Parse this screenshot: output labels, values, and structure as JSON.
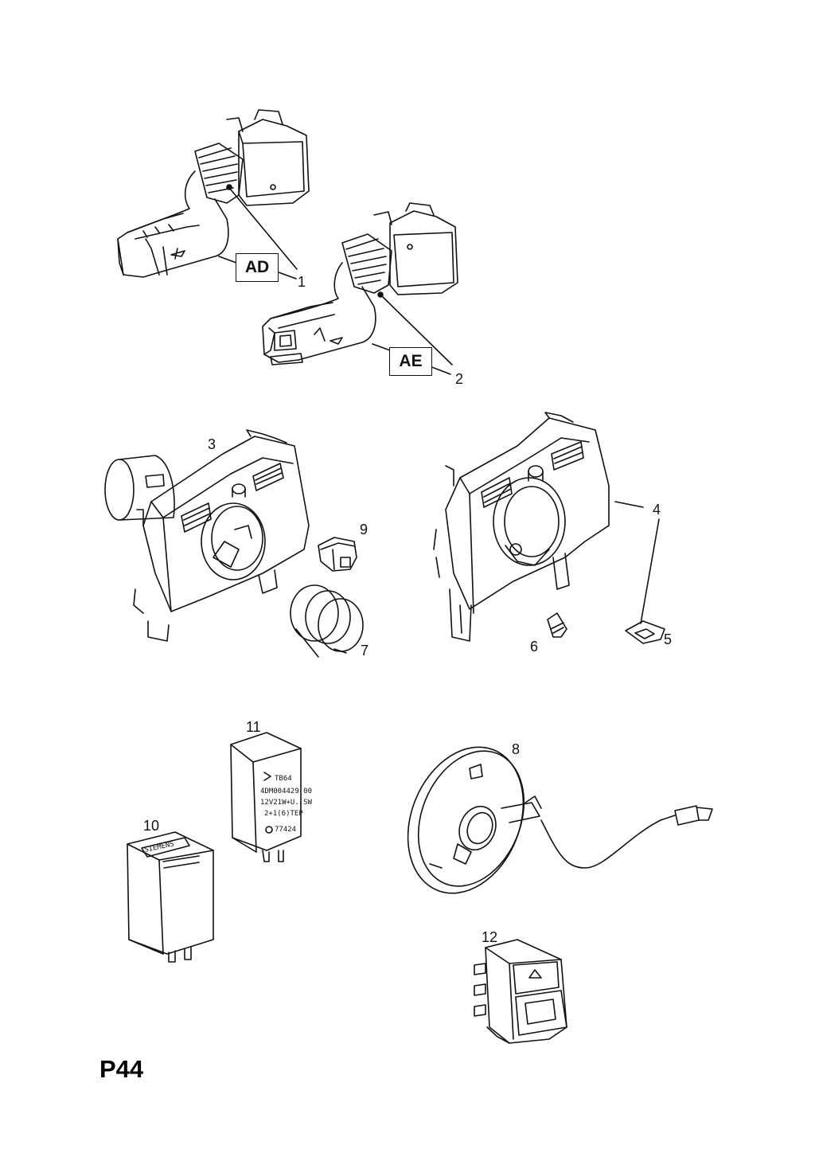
{
  "page": {
    "code": "P44"
  },
  "callouts": [
    {
      "id": "1",
      "label": "1"
    },
    {
      "id": "2",
      "label": "2"
    },
    {
      "id": "3",
      "label": "3"
    },
    {
      "id": "4",
      "label": "4"
    },
    {
      "id": "5",
      "label": "5"
    },
    {
      "id": "6",
      "label": "6"
    },
    {
      "id": "7",
      "label": "7"
    },
    {
      "id": "8",
      "label": "8"
    },
    {
      "id": "9",
      "label": "9"
    },
    {
      "id": "10",
      "label": "10"
    },
    {
      "id": "11",
      "label": "11"
    },
    {
      "id": "12",
      "label": "12"
    }
  ],
  "variant_boxes": [
    {
      "id": "AD",
      "label": "AD"
    },
    {
      "id": "AE",
      "label": "AE"
    }
  ],
  "part_markings": {
    "relay_11": [
      "TB64",
      "4DM004429 00",
      "12V21W+U..SW",
      "2+1(6)TEP",
      "77424"
    ],
    "relay_10": [
      "SIEMENS",
      "",
      ""
    ]
  }
}
